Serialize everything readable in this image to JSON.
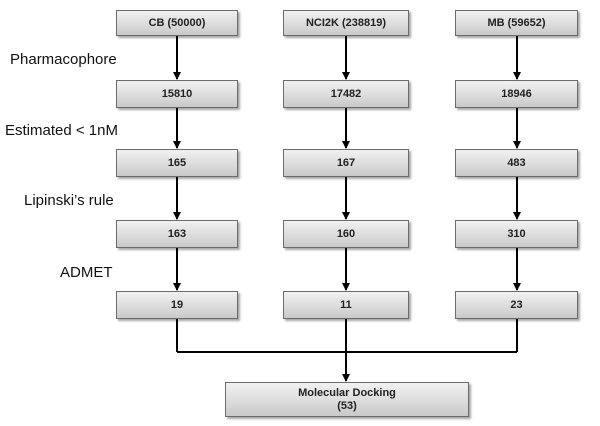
{
  "columns": [
    {
      "source": "CB (50000)",
      "steps": [
        "15810",
        "165",
        "163",
        "19"
      ]
    },
    {
      "source": "NCI2K (238819)",
      "steps": [
        "17482",
        "167",
        "160",
        "11"
      ]
    },
    {
      "source": "MB (59652)",
      "steps": [
        "18946",
        "483",
        "310",
        "23"
      ]
    }
  ],
  "stages": [
    "Pharmacophore",
    "Estimated < 1nM",
    "Lipinski’s rule",
    "ADMET"
  ],
  "final": {
    "title": "Molecular Docking",
    "count": "(53)"
  }
}
